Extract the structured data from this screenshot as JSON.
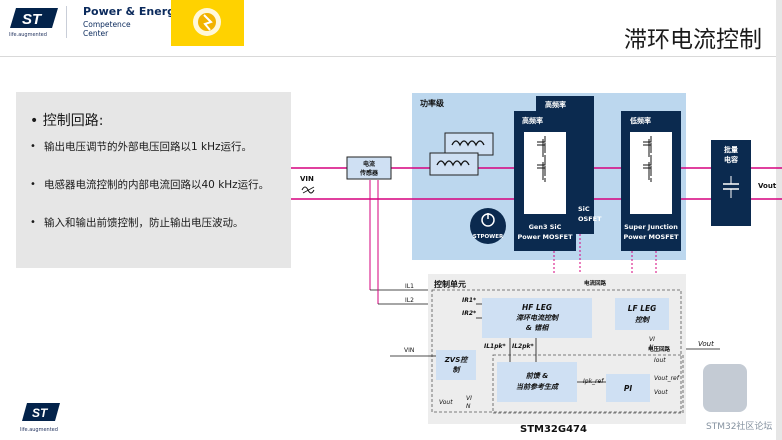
{
  "header": {
    "brand_line1": "Power & Energy",
    "brand_line2": "Competence Center",
    "tagline": "life.augmented",
    "slide_title": "滞环电流控制"
  },
  "textbox": {
    "heading": "控制回路:",
    "items": [
      "输出电压调节的外部电压回路以1 kHz运行。",
      "电感器电流控制的内部电流回路以40 kHz运行。",
      "输入和输出前馈控制，防止输出电压波动。"
    ]
  },
  "diagram": {
    "power_stage": "功率级",
    "high_freq": "高频率",
    "high_freq_back": "高频率",
    "low_freq": "低频率",
    "sic_label": "Gen3 SiC Power MOSFET",
    "sic_back_label": "SiC MOSFET",
    "sj_label": "Super Junction Power MOSFET",
    "stpower": "STPOWER",
    "current_sensor": "电流传感器",
    "bulk_cap": "批量电容",
    "vin": "VIN",
    "vout": "Vout",
    "control_unit": "控制单元",
    "current_loop": "电流回路",
    "il1": "IL1",
    "il2": "IL2",
    "vin_ctrl": "VIN",
    "hf_leg_title": "HF LEG",
    "hf_leg_sub": "滞环电流控制 & 错相",
    "lf_leg_title": "LF LEG",
    "lf_leg_sub": "控制",
    "ir1": "IR1*",
    "ir2": "IR2*",
    "il1pk": "IL1pk*",
    "il2pk": "IL2pk*",
    "zvs": "ZVS控制",
    "feedforward": "前馈 & 当前参考生成",
    "pi": "PI",
    "ipk_ref": "Ipk_ref",
    "iout": "Iout",
    "vout_ref": "Vout_ref",
    "vout_ctrl": "Vout",
    "vout_in": "Vout",
    "voltage_loop": "电压回路",
    "vi_n_1": "VI N",
    "vi_n_2": "VI N",
    "vout_zvs": "Vout",
    "chip": "STM32G474",
    "watermark": "STM32社区论坛",
    "bottom_tagline": "life.augmented"
  },
  "colors": {
    "st_blue": "#03234b",
    "power_bg": "#bcd7ee",
    "magenta": "#d6007e",
    "control_bg": "#ededed",
    "block_blue": "#cfe0f3",
    "dark_block": "#0b2a4f"
  }
}
